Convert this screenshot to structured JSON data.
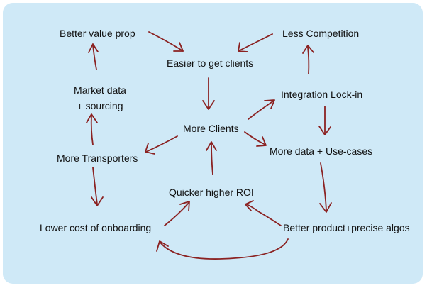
{
  "diagram": {
    "background_color": "#cfe9f7",
    "arrow_color": "#8b2222",
    "nodes": {
      "better_value_prop": "Better value prop",
      "less_competition": "Less Competition",
      "easier_to_get_clients": "Easier to get clients",
      "market_data_sourcing_line1": "Market data",
      "market_data_sourcing_line2": "+ sourcing",
      "integration_lock_in": "Integration Lock-in",
      "more_clients": "More Clients",
      "more_transporters": "More Transporters",
      "more_data_use_cases": "More data + Use-cases",
      "quicker_higher_roi": "Quicker higher ROI",
      "lower_cost_of_onboarding": "Lower cost of onboarding",
      "better_product_precise_algos": "Better product+precise algos"
    }
  }
}
